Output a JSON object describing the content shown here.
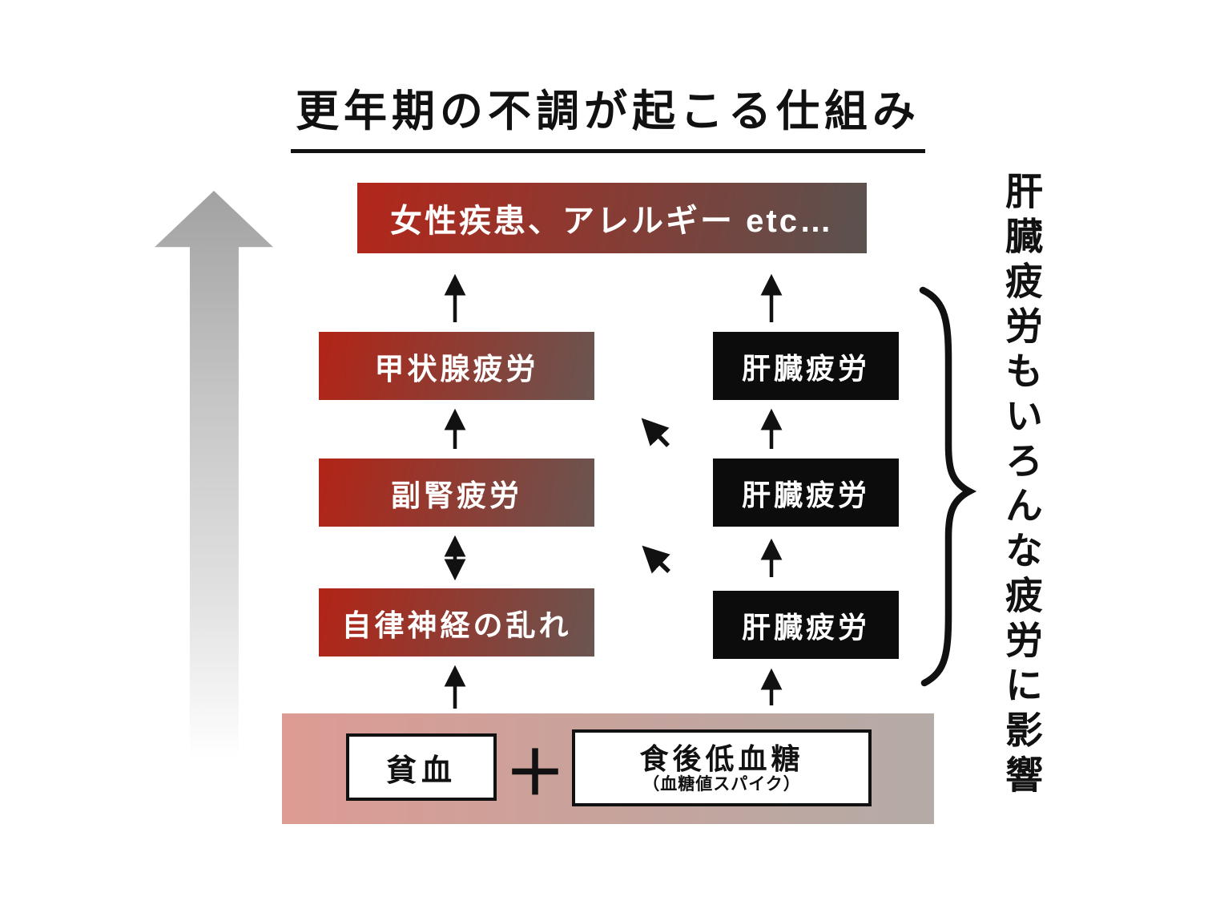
{
  "title": "更年期の不調が起こる仕組み",
  "top_box": {
    "label": "女性疾患、アレルギー etc…"
  },
  "left_column": [
    "甲状腺疲労",
    "副腎疲労",
    "自律神経の乱れ"
  ],
  "right_column": [
    "肝臓疲労",
    "肝臓疲労",
    "肝臓疲労"
  ],
  "bottom_row": {
    "anemia": "貧血",
    "plus": "＋",
    "hypoglycemia_title": "食後低血糖",
    "hypoglycemia_sub": "（血糖値スパイク）"
  },
  "side_note": "肝臓疲労もいろんな疲労に影響",
  "colors": {
    "red_gradient_start": "#b22416",
    "red_gradient_end": "#6a5551",
    "top_box_gradient_end": "#5a524f",
    "black_box": "#0c0c0c",
    "bottom_gradient_start": "#dd9b93",
    "bottom_gradient_end": "#b4aba6",
    "big_arrow_gray": "#a2a2a2",
    "arrow_black": "#111111"
  }
}
